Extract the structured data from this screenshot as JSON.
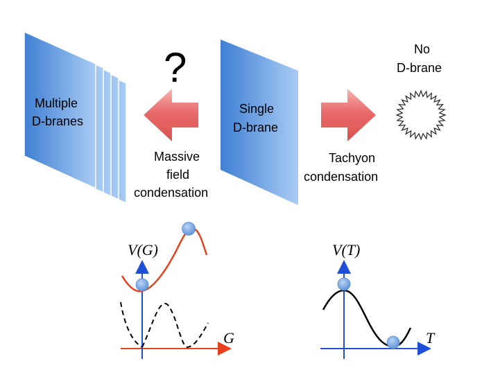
{
  "top": {
    "multiple": {
      "line1": "Multiple",
      "line2": "D-branes"
    },
    "single": {
      "line1": "Single",
      "line2": "D-brane"
    },
    "none": {
      "line1": "No",
      "line2": "D-brane"
    },
    "question": "?",
    "left_arrow_label": {
      "line1": "Massive",
      "line2": "field",
      "line3": "condensation"
    },
    "right_arrow_label": {
      "line1": "Tachyon",
      "line2": "condensation"
    }
  },
  "potentials": {
    "left": {
      "ylabel": "V(G)",
      "xlabel": "G"
    },
    "right": {
      "ylabel": "V(T)",
      "xlabel": "T"
    }
  },
  "colors": {
    "brane_dark": "#3f7fd3",
    "brane_light": "#a9ccf4",
    "arrow_fill": "#e86a6a",
    "arrow_light": "#f7b3b0",
    "red_curve": "#e8401c",
    "axis_blue": "#1f4fd6",
    "ball": "#6fa3e6"
  }
}
